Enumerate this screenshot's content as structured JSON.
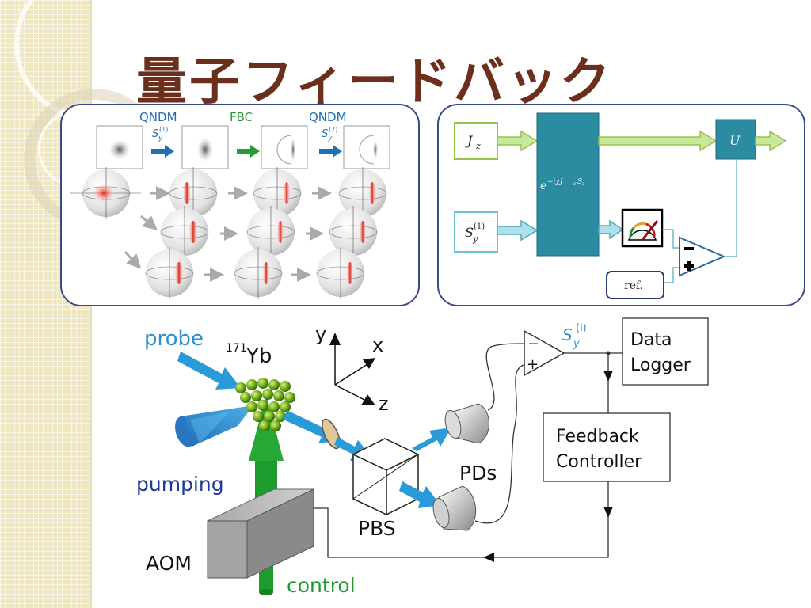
{
  "slide": {
    "title": "量子フィードバック"
  },
  "sequence_panel": {
    "step_labels": [
      {
        "label": "QNDM",
        "operator_base": "S",
        "operator_sub": "y",
        "operator_sup": "(1)",
        "color": "#1f6fb5"
      },
      {
        "label": "FBC",
        "operator_base": "",
        "operator_sub": "",
        "operator_sup": "",
        "color": "#2a9a3a"
      },
      {
        "label": "QNDM",
        "operator_base": "S",
        "operator_sub": "y",
        "operator_sup": "(2)",
        "color": "#1f6fb5"
      }
    ]
  },
  "block_panel": {
    "input_jz": {
      "base": "J",
      "sub": "z"
    },
    "input_sy": {
      "base": "S",
      "sub": "y",
      "sup": "(1)"
    },
    "evolution_block": {
      "text": "e",
      "sup": "−iχJ",
      "sup2": "S",
      "sup3": "z"
    },
    "unitary_block": {
      "text": "U"
    },
    "reference_box": {
      "text": "ref."
    },
    "comparator_minus": "−",
    "comparator_plus": "+"
  },
  "setup_diagram": {
    "probe_label": "probe",
    "isotope_mass": "171",
    "isotope_symbol": "Yb",
    "pumping_label": "pumping",
    "aom_label": "AOM",
    "control_label": "control",
    "pbs_label": "PBS",
    "pds_label": "PDs",
    "axis_y": "y",
    "axis_x": "x",
    "axis_z": "z",
    "amp_minus": "−",
    "amp_plus": "+",
    "signal_base": "S",
    "signal_sub": "y",
    "signal_sup": "(i)",
    "data_logger_line1": "Data",
    "data_logger_line2": "Logger",
    "feedback_line1": "Feedback",
    "feedback_line2": "Controller",
    "colors": {
      "beam": "#2b9ad8",
      "green": "#1e9b2d",
      "label_blue": "#2b8fd0",
      "pumping_label": "#1f3a9a"
    }
  }
}
